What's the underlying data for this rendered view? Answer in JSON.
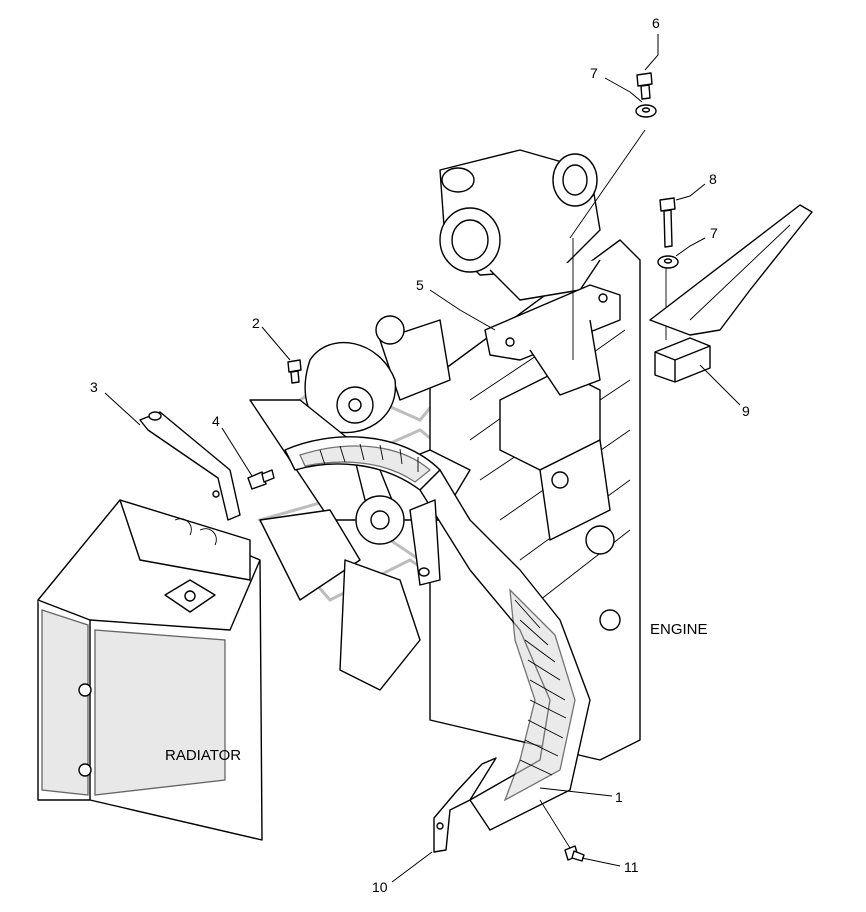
{
  "callouts": [
    {
      "id": "c1",
      "text": "1"
    },
    {
      "id": "c2",
      "text": "2"
    },
    {
      "id": "c3",
      "text": "3"
    },
    {
      "id": "c4",
      "text": "4"
    },
    {
      "id": "c5",
      "text": "5"
    },
    {
      "id": "c6",
      "text": "6"
    },
    {
      "id": "c7a",
      "text": "7"
    },
    {
      "id": "c7b",
      "text": "7"
    },
    {
      "id": "c8",
      "text": "8"
    },
    {
      "id": "c9",
      "text": "9"
    },
    {
      "id": "c10",
      "text": "10"
    },
    {
      "id": "c11",
      "text": "11"
    }
  ],
  "labels": {
    "engine": "ENGINE",
    "radiator": "RADIATOR"
  }
}
